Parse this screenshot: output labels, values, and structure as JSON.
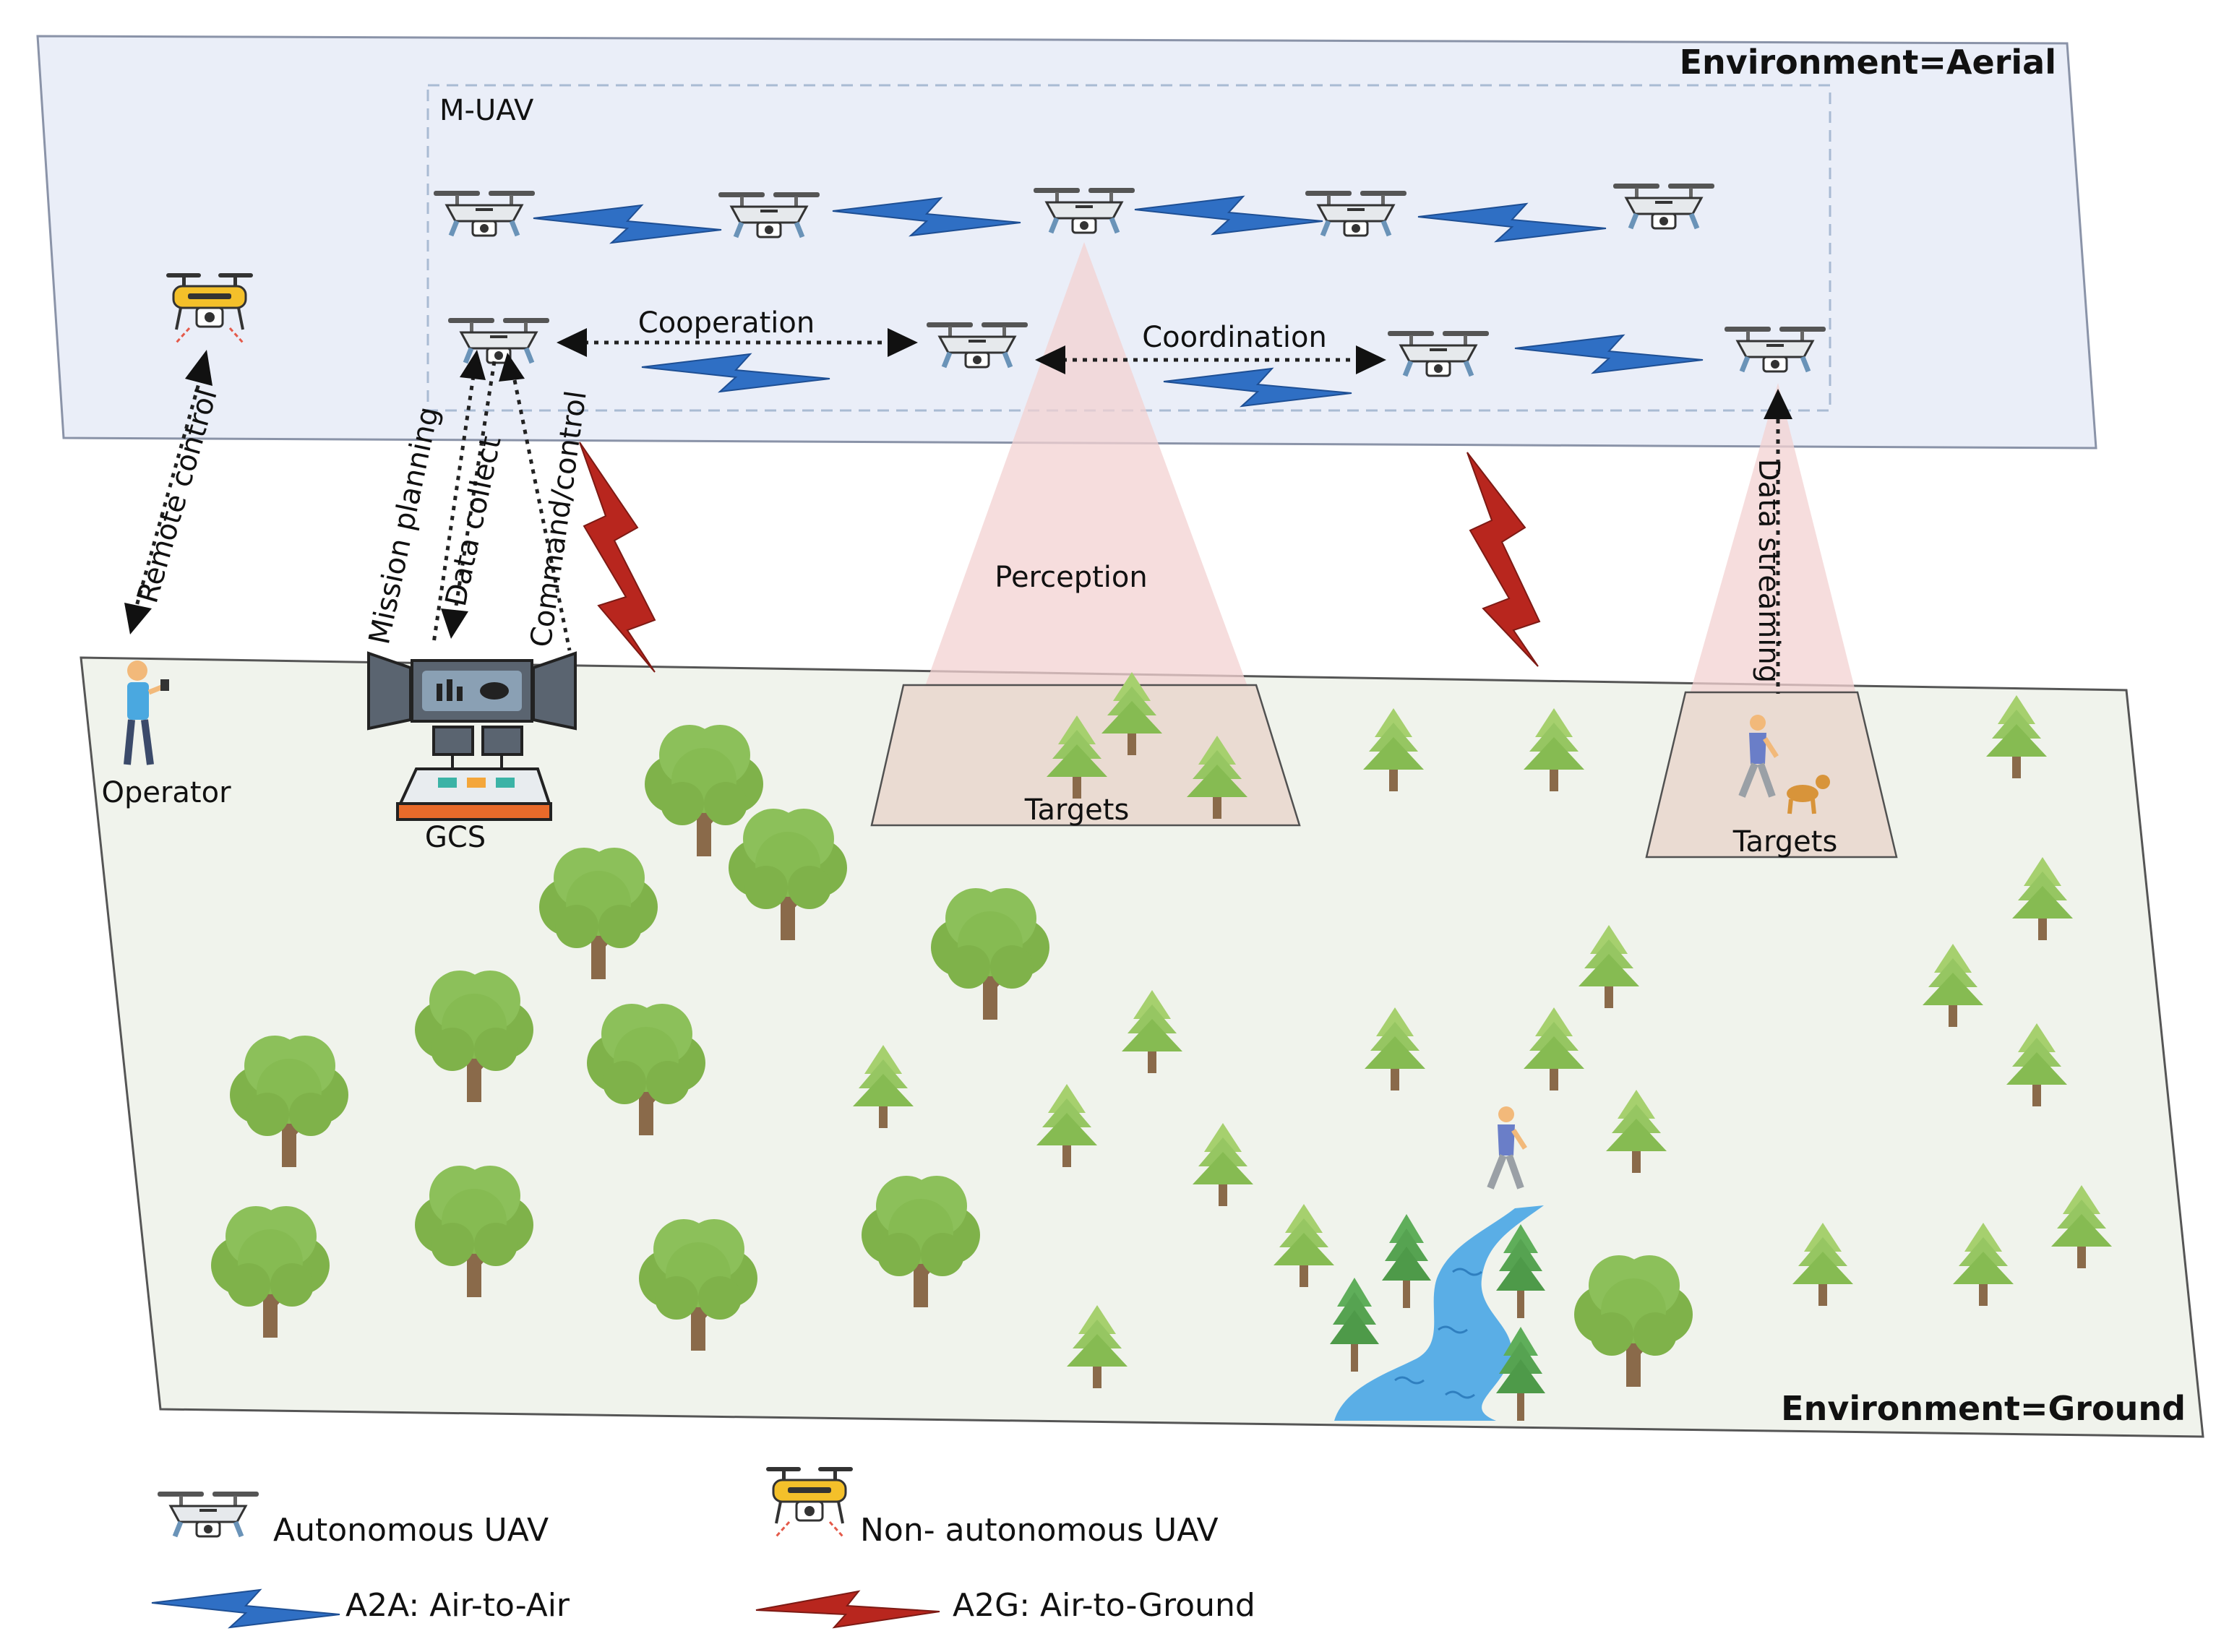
{
  "aerial": {
    "environment_label": "Environment=Aerial",
    "swarm_label": "M-UAV"
  },
  "ground": {
    "environment_label": "Environment=Ground"
  },
  "links": {
    "cooperation": "Cooperation",
    "coordination": "Coordination",
    "perception": "Perception",
    "remote_control": "Remote control",
    "mission_planning": "Mission planning",
    "data_collect": "Data collect",
    "command_control": "Command/control",
    "data_streaming": "Data streaming"
  },
  "nodes": {
    "operator": "Operator",
    "gcs": "GCS",
    "targets_left": "Targets",
    "targets_right": "Targets"
  },
  "legend": {
    "autonomous": "Autonomous UAV",
    "non_autonomous": "Non- autonomous UAV",
    "a2a": "A2A: Air-to-Air",
    "a2g": "A2G: Air-to-Ground"
  },
  "colors": {
    "aerial_fill": "#eaeef8",
    "ground_fill": "#f0f3ec",
    "a2a_blue": "#2f6fc4",
    "a2g_red": "#b8261e",
    "perception_pink": "#f3d2d2",
    "tree_green": "#7fb24a",
    "trunk_brown": "#8a6a4a",
    "pine_green": "#8cc65a",
    "water_blue": "#5aaee6"
  },
  "icons": [
    "autonomous-uav-icon",
    "non-autonomous-uav-icon",
    "a2a-link-icon",
    "a2g-link-icon",
    "operator-icon",
    "gcs-icon",
    "tree-icon",
    "pine-icon",
    "river-icon",
    "walker-icon",
    "dog-icon"
  ]
}
